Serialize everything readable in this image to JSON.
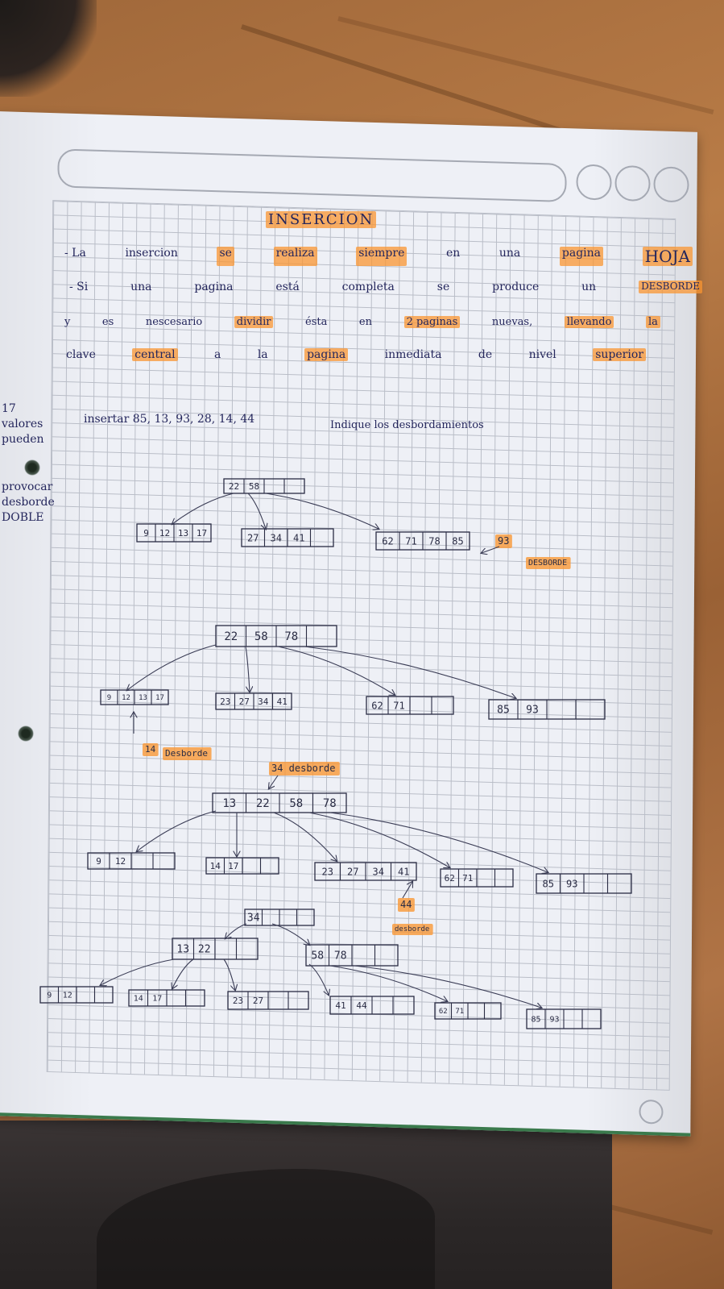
{
  "notes": {
    "title": "INSERCION",
    "line1": [
      "- La",
      "insercion",
      "se",
      "realiza",
      "siempre",
      "en",
      "una",
      "pagina",
      "HOJA"
    ],
    "line2": [
      "- Si",
      "una",
      "pagina",
      "está",
      "completa",
      "se",
      "produce",
      "un",
      "DESBORDE"
    ],
    "line3": [
      "y",
      "es",
      "nescesario",
      "dividir",
      "ésta",
      "en",
      "2 paginas",
      "nuevas,",
      "llevando",
      "la"
    ],
    "line4": [
      "clave",
      "central",
      "a",
      "la",
      "pagina",
      "inmediata",
      "de",
      "nivel",
      "superior"
    ],
    "exercise": "insertar 85, 13, 93, 28, 14, 44",
    "instruction": "Indique los desbordamientos",
    "margin": [
      "17",
      "valores",
      "pueden",
      "provocar",
      "desborde",
      "DOBLE"
    ]
  },
  "trees": [
    {
      "root": [
        "22",
        "58",
        "",
        ""
      ],
      "leaves": [
        [
          "9",
          "12",
          "13",
          "17"
        ],
        [
          "27",
          "34",
          "41",
          ""
        ],
        [
          "62",
          "71",
          "78",
          "85"
        ]
      ],
      "annotations": {
        "overflow_key": "93",
        "label": "DESBORDE"
      }
    },
    {
      "root": [
        "22",
        "58",
        "78",
        ""
      ],
      "leaves": [
        [
          "9",
          "12",
          "13",
          "17"
        ],
        [
          "23",
          "27",
          "34",
          "41"
        ],
        [
          "62",
          "71",
          "",
          ""
        ],
        [
          "85",
          "93",
          "",
          ""
        ]
      ],
      "annotations": {
        "overflow_key": "14",
        "label": "Desborde"
      }
    },
    {
      "root": [
        "13",
        "22",
        "58",
        "78"
      ],
      "leaves": [
        [
          "9",
          "12",
          "",
          ""
        ],
        [
          "14",
          "17",
          "",
          ""
        ],
        [
          "23",
          "27",
          "34",
          "41"
        ],
        [
          "62",
          "71",
          "",
          ""
        ],
        [
          "85",
          "93",
          "",
          ""
        ]
      ],
      "annotations": {
        "top_note": "34 desborde",
        "overflow_key": "44",
        "label": "desborde"
      }
    },
    {
      "root": [
        "34",
        "",
        "",
        ""
      ],
      "internal": [
        [
          "13",
          "22",
          "",
          ""
        ],
        [
          "58",
          "78",
          "",
          ""
        ]
      ],
      "leaves": [
        [
          "9",
          "12",
          "",
          ""
        ],
        [
          "14",
          "17",
          "",
          ""
        ],
        [
          "23",
          "27",
          "",
          ""
        ],
        [
          "41",
          "44",
          "",
          ""
        ],
        [
          "62",
          "71",
          "",
          ""
        ],
        [
          "85",
          "93",
          "",
          ""
        ]
      ]
    }
  ],
  "colors": {
    "ink": "#24265c",
    "highlight": "#f7a24b",
    "grid": "#b9bdc7",
    "paper": "#eef0f6"
  }
}
